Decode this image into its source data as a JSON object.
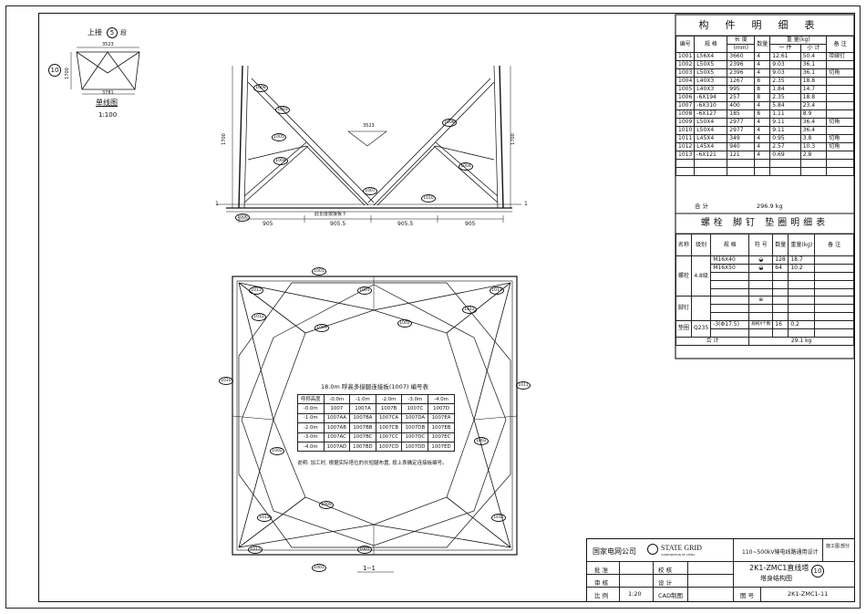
{
  "sheet": {
    "mono_line": {
      "title_prefix": "上接",
      "circled_num": "5",
      "title_suffix": "段",
      "top_dim": "3523",
      "bottom_dim": "3781",
      "height_dim": "1700",
      "label": "单线图",
      "scale": "1:100",
      "segment_tag": "10"
    },
    "elevation": {
      "dims": [
        "905",
        "905.5",
        "905.5",
        "905"
      ],
      "top_span": "3523",
      "side_dims": [
        "1700",
        "1700"
      ],
      "note": "此长度按接板下",
      "section_mark": "1"
    },
    "plan": {
      "caption": "1--1",
      "table_title": "18.0m 呼高多接腿连接板(1007)  编号表",
      "note": "说明: 加工时, 根据实际塔位的长短腿布置, 按上表确定连接板编号。",
      "table_head": [
        "呼称高度",
        "-0.0m",
        "-1.0m",
        "-2.0m",
        "-3.0m",
        "-4.0m"
      ],
      "table_rows": [
        [
          "-0.0m",
          "1007",
          "1007A",
          "1007B",
          "1007C",
          "1007D"
        ],
        [
          "-1.0m",
          "1007AA",
          "1007BA",
          "1007CA",
          "1007DA",
          "1007EA"
        ],
        [
          "-2.0m",
          "1007AB",
          "1007BB",
          "1007CB",
          "1007DB",
          "1007EB"
        ],
        [
          "-3.0m",
          "1007AC",
          "1007BC",
          "1007CC",
          "1007DC",
          "1007EC"
        ],
        [
          "-4.0m",
          "1007AD",
          "1007BD",
          "1007CD",
          "1007DD",
          "1007ED"
        ]
      ]
    },
    "part_tags": [
      "1001",
      "1002",
      "1003",
      "1004",
      "1005",
      "1006",
      "1007",
      "1008",
      "1009",
      "1010",
      "1011",
      "1012",
      "1013"
    ]
  },
  "parts_table": {
    "title": "构件明细表",
    "head": {
      "no": "编号",
      "spec": "规 格",
      "length": "长 度",
      "length_unit": "(mm)",
      "qty": "数量",
      "weight": "重 量(kg)",
      "w_one": "一 件",
      "w_sum": "小 计",
      "remark": "备 注"
    },
    "rows": [
      [
        "1001",
        "L56X4",
        "3660",
        "4",
        "12.61",
        "50.4",
        "带脚钉"
      ],
      [
        "1002",
        "L50X5",
        "2396",
        "4",
        "9.03",
        "36.1",
        ""
      ],
      [
        "1003",
        "L50X5",
        "2396",
        "4",
        "9.03",
        "36.1",
        "切角"
      ],
      [
        "1004",
        "L40X3",
        "1267",
        "8",
        "2.35",
        "18.8",
        ""
      ],
      [
        "1005",
        "L40X3",
        "995",
        "8",
        "1.84",
        "14.7",
        ""
      ],
      [
        "1006",
        "-6X194",
        "257",
        "8",
        "2.35",
        "18.8",
        ""
      ],
      [
        "1007",
        "-6X310",
        "400",
        "4",
        "5.84",
        "23.4",
        ""
      ],
      [
        "1008",
        "-6X127",
        "185",
        "8",
        "1.11",
        "8.9",
        ""
      ],
      [
        "1009",
        "L50X4",
        "2977",
        "4",
        "9.11",
        "36.4",
        "切角"
      ],
      [
        "1010",
        "L50X4",
        "2977",
        "4",
        "9.11",
        "36.4",
        ""
      ],
      [
        "1011",
        "L45X4",
        "349",
        "4",
        "0.95",
        "3.8",
        "切角"
      ],
      [
        "1012",
        "L45X4",
        "940",
        "4",
        "2.57",
        "10.3",
        "切角"
      ],
      [
        "1013",
        "-6X121",
        "121",
        "4",
        "0.69",
        "2.8",
        ""
      ]
    ],
    "total_label": "合    计",
    "total_value": "296.9 kg"
  },
  "bolt_table": {
    "title": "螺栓 脚钉 垫圈明细表",
    "head": {
      "name": "名称",
      "grade": "级别",
      "spec": "规 格",
      "symbol": "符 号",
      "qty": "数量",
      "weight": "重量(kg)",
      "remark": "备 注"
    },
    "bolt_name": "螺栓",
    "bolt_grade": "4.8级",
    "bolts": [
      {
        "spec": "M16X40",
        "qty": "128",
        "weight": "18.7"
      },
      {
        "spec": "M16X50",
        "qty": "64",
        "weight": "10.2"
      }
    ],
    "step_name": "脚钉",
    "washer_name": "垫圈",
    "washer_grade": "Q235",
    "washer_spec": "-3(Φ17.5)",
    "washer_symbol": "规格X个数",
    "washer_qty": "16",
    "washer_weight": "0.2",
    "total_label": "合    计",
    "total_value": "29.1 kg"
  },
  "title_block": {
    "company": "国家电网公司",
    "logo_text": "STATE GRID",
    "logo_sub": "CORPORATION OF CHINA",
    "project": "110~500kV输电线路通用设计",
    "stage": "施工图",
    "part": "部分",
    "approve": "批 准",
    "review": "审 核",
    "check": "校 核",
    "design": "设 计",
    "scale_label": "比 例",
    "scale_value": "1:20",
    "cad": "CAD制图",
    "drawing_title_1": "2K1-ZMC1直线塔",
    "drawing_title_2": "塔身结构图",
    "drawing_seg": "10",
    "drawing_no_label": "图 号",
    "drawing_no": "2K1-ZMC1-11"
  }
}
